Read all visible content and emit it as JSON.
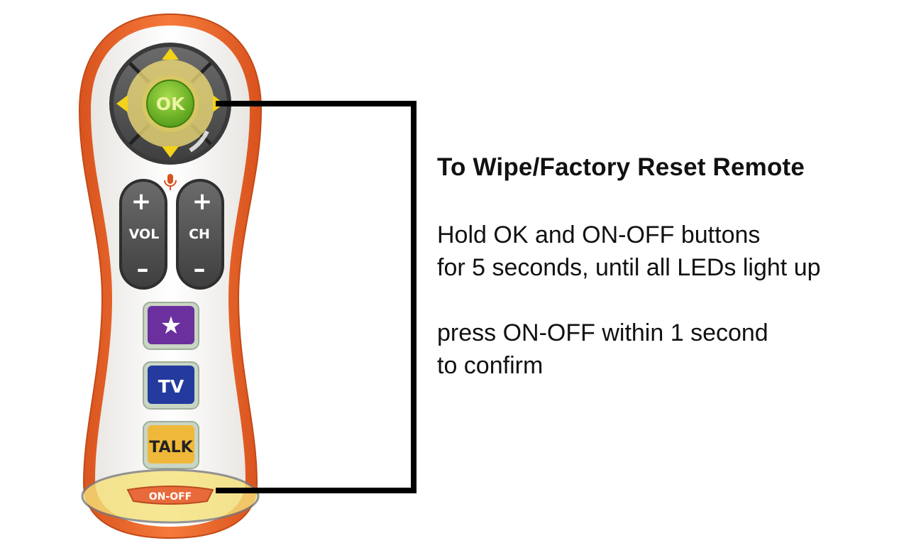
{
  "remote": {
    "ok_label": "OK",
    "vol_label": "VOL",
    "ch_label": "CH",
    "plus_glyph": "+",
    "minus_glyph": "–",
    "tv_label": "TV",
    "talk_label": "TALK",
    "onoff_label": "ON-OFF",
    "star_glyph": "★"
  },
  "instructions": {
    "heading": "To Wipe/Factory Reset Remote",
    "step1_line1": "Hold OK and ON-OFF buttons",
    "step1_line2": "for 5 seconds, until all LEDs light up",
    "step2_line1": "press ON-OFF within 1 second",
    "step2_line2": "to confirm"
  },
  "colors": {
    "remote_body": "#f26a2a",
    "ok_button": "#7ac12e",
    "highlight": "#f5e27a",
    "star_button": "#6b2f9e",
    "tv_button": "#243a9e",
    "talk_button": "#f0b83a",
    "onoff_button": "#e86a3a"
  }
}
